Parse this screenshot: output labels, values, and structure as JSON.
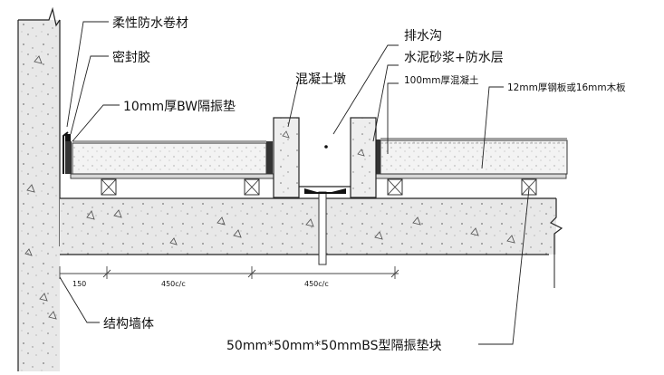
{
  "diagram": {
    "labels": {
      "flexible_membrane": "柔性防水卷材",
      "sealant": "密封胶",
      "bw_isolation_pad": "10mm厚BW隔振垫",
      "concrete_pier": "混凝土墩",
      "drainage_ditch": "排水沟",
      "mortar_waterproof": "水泥砂浆+防水层",
      "concrete_100": "100mm厚混凝土",
      "board": "12mm厚钢板或16mm木板",
      "structural_wall": "结构墙体",
      "bs_pad_block": "50mm*50mm*50mmBS型隔振垫块"
    },
    "dimensions": {
      "d1": "150",
      "d2": "450c/c",
      "d3": "450c/c"
    }
  }
}
